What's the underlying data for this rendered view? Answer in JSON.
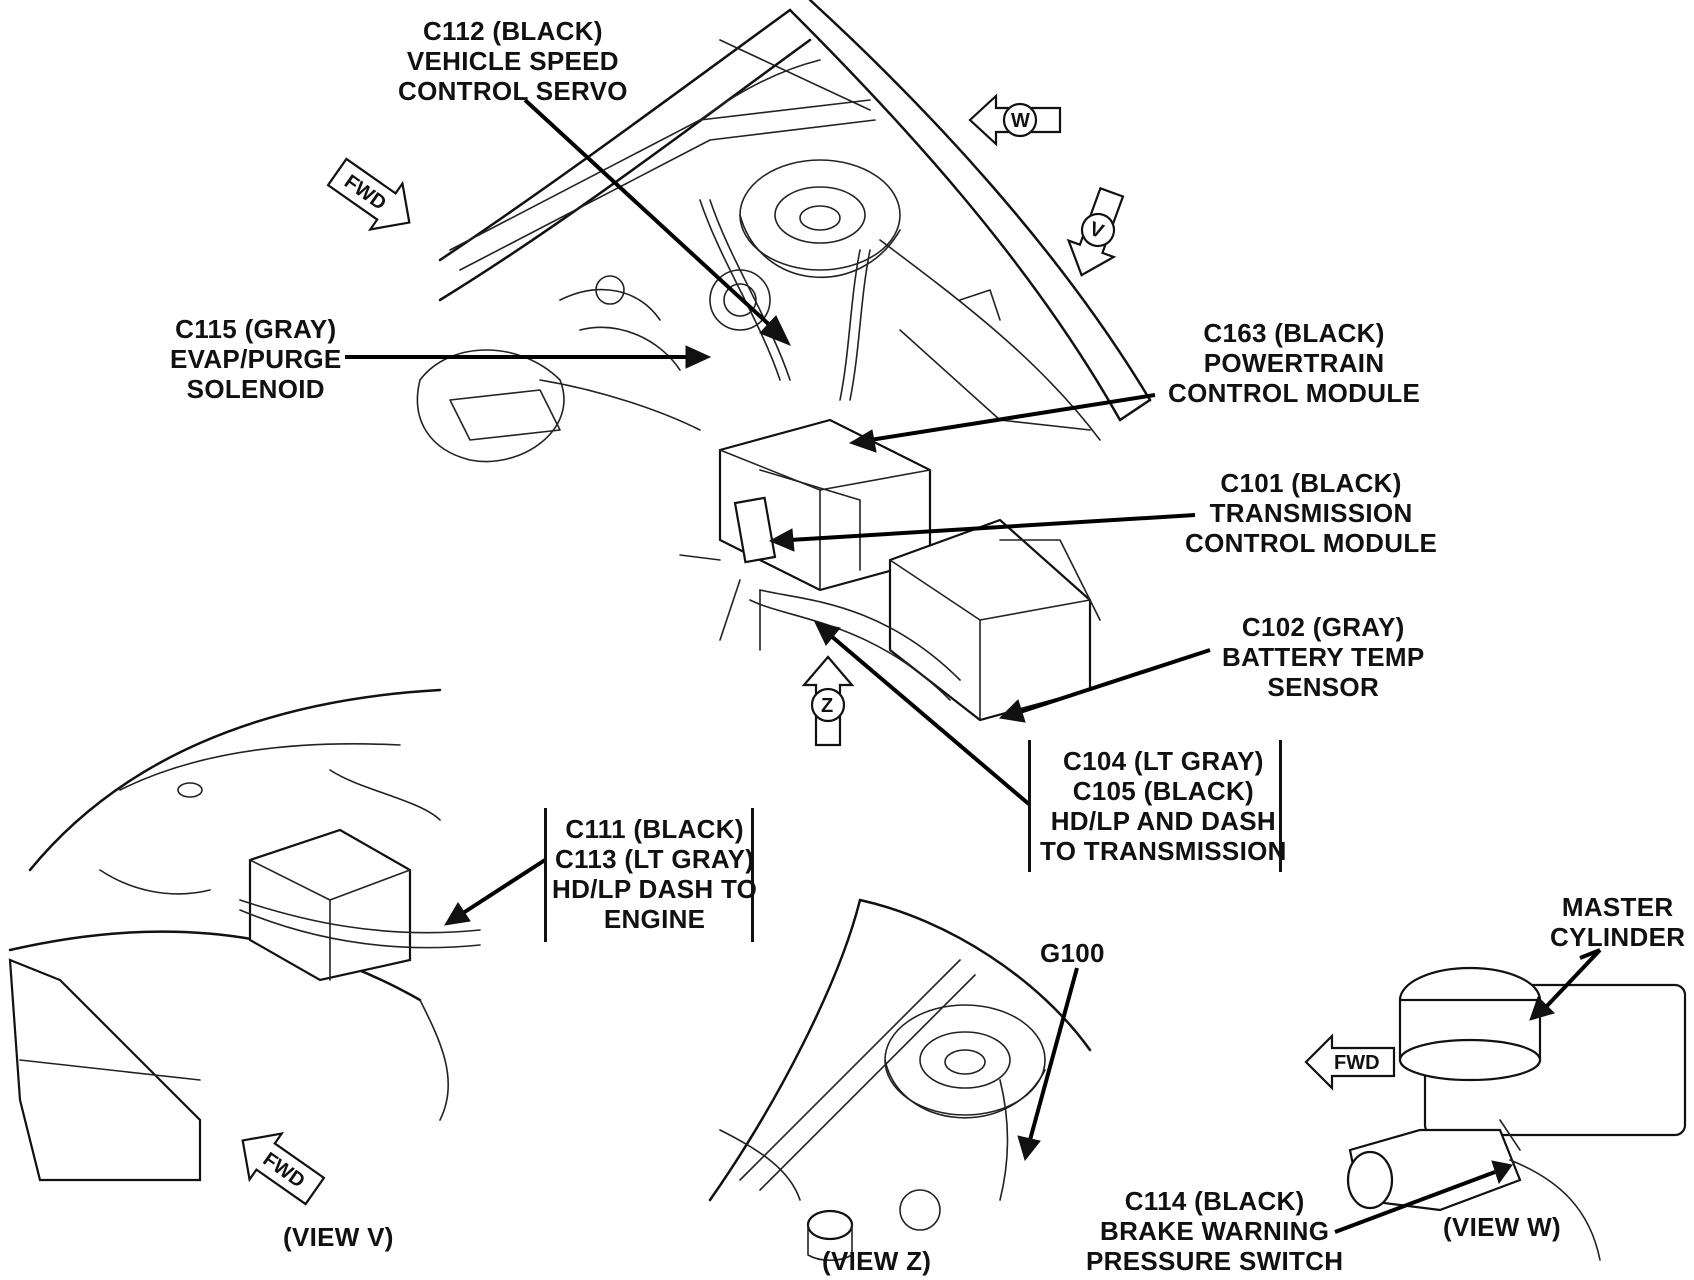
{
  "labels": {
    "c112": [
      "C112 (BLACK)",
      "VEHICLE SPEED",
      "CONTROL SERVO"
    ],
    "c115": [
      "C115 (GRAY)",
      "EVAP/PURGE",
      "SOLENOID"
    ],
    "c163": [
      "C163 (BLACK)",
      "POWERTRAIN",
      "CONTROL MODULE"
    ],
    "c101": [
      "C101 (BLACK)",
      "TRANSMISSION",
      "CONTROL MODULE"
    ],
    "c102": [
      "C102 (GRAY)",
      "BATTERY TEMP",
      "SENSOR"
    ],
    "c104": [
      "C104 (LT GRAY)",
      "C105 (BLACK)",
      "HD/LP AND DASH",
      "TO TRANSMISSION"
    ],
    "c111": [
      "C111 (BLACK)",
      "C113 (LT GRAY)",
      "HD/LP DASH TO",
      "ENGINE"
    ],
    "g100": [
      "G100"
    ],
    "master": [
      "MASTER",
      "CYLINDER"
    ],
    "c114": [
      "C114 (BLACK)",
      "BRAKE WARNING",
      "PRESSURE SWITCH"
    ]
  },
  "view_captions": {
    "v": "(VIEW V)",
    "z": "(VIEW Z)",
    "w": "(VIEW W)"
  },
  "arrow_markers": {
    "fwd": "FWD",
    "w": "W",
    "v": "V",
    "z": "Z"
  },
  "colors": {
    "ink": "#111111",
    "paper": "#ffffff"
  }
}
